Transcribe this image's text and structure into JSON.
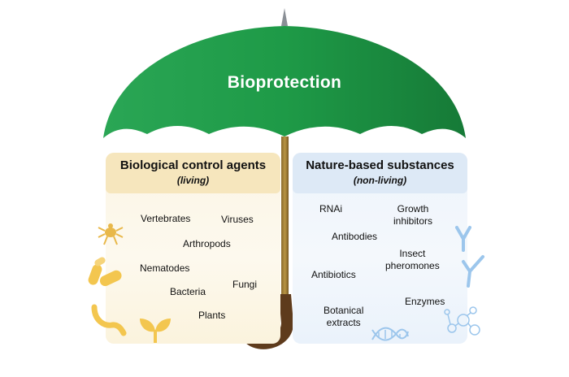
{
  "umbrella": {
    "title": "Bioprotection",
    "canopy_color": "#1e9a47",
    "handle_color": "#5e3b1c"
  },
  "left_panel": {
    "title": "Biological control agents",
    "subtitle": "(living)",
    "accent": "#f6e6bd",
    "items": [
      "Vertebrates",
      "Viruses",
      "Arthropods",
      "Nematodes",
      "Fungi",
      "Bacteria",
      "Plants"
    ],
    "icons": [
      "mite-icon",
      "bacteria-icon",
      "worm-icon",
      "seedling-icon"
    ]
  },
  "right_panel": {
    "title": "Nature-based substances",
    "subtitle": "(non-living)",
    "accent": "#dde9f6",
    "items": [
      "RNAi",
      "Growth\ninhibitors",
      "Antibodies",
      "Insect\npheromones",
      "Antibiotics",
      "Enzymes",
      "Botanical\nextracts"
    ],
    "icons": [
      "antibody-icon",
      "dna-icon",
      "molecule-icon"
    ]
  }
}
